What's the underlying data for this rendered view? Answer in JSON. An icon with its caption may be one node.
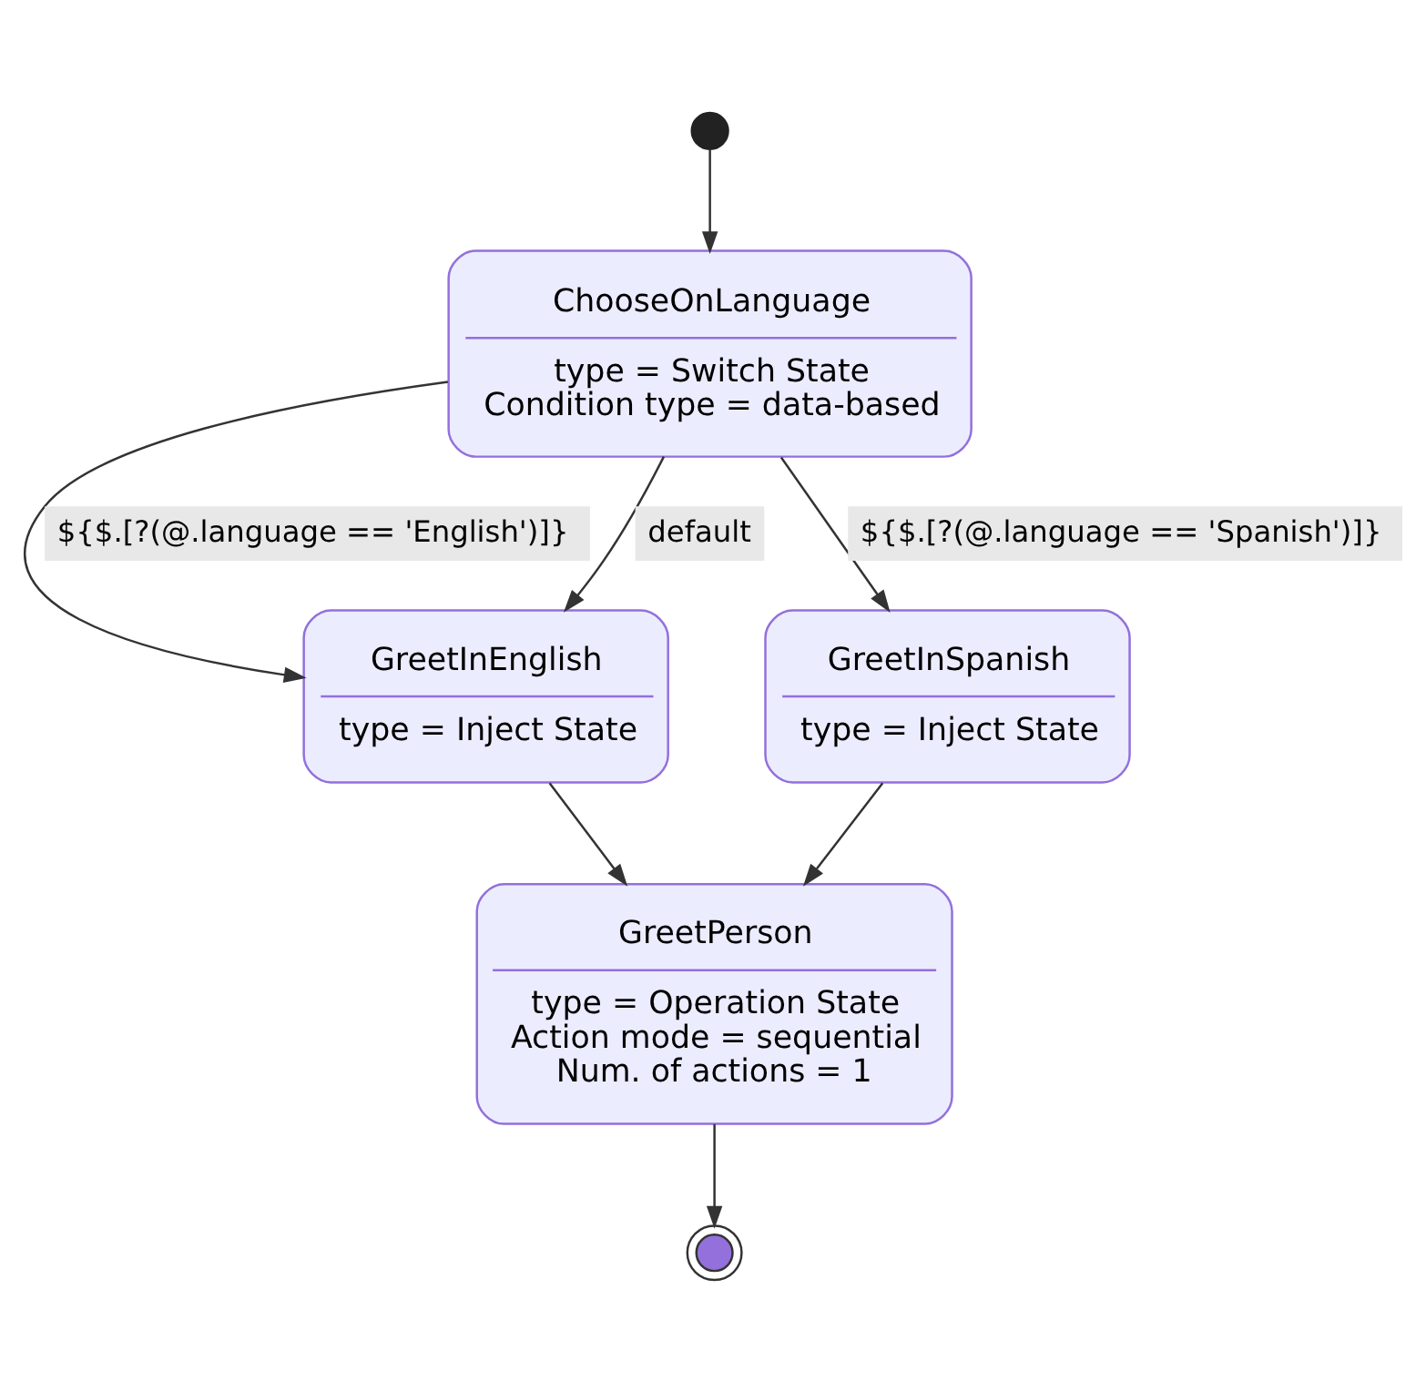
{
  "diagram": {
    "nodes": [
      {
        "text": [],
        "shape": "circle"
      },
      {
        "text": [
          "ChooseOnLanguage",
          "type = Switch State",
          "Condition type = data-based"
        ]
      },
      {
        "text": [
          "GreetInEnglish",
          "type = Inject State"
        ]
      },
      {
        "text": [
          "GreetInSpanish",
          "type = Inject State"
        ]
      },
      {
        "text": [
          "GreetPerson",
          "type = Operation State",
          "Action mode = sequential",
          "Num. of actions = 1"
        ]
      },
      {
        "text": [],
        "shape": "circle"
      }
    ],
    "edges": [
      {
        "from": 0,
        "to": 1,
        "arrow": "to"
      },
      {
        "from": 1,
        "to": 2,
        "arrow": "to",
        "label": "${$.[?(@.language == 'English')]}"
      },
      {
        "from": 1,
        "to": 2,
        "arrow": "to",
        "label": "default"
      },
      {
        "from": 1,
        "to": 3,
        "arrow": "to",
        "label": "${$.[?(@.language == 'Spanish')]}"
      },
      {
        "from": 2,
        "to": 4,
        "arrow": "to"
      },
      {
        "from": 3,
        "to": 4,
        "arrow": "to"
      },
      {
        "from": 4,
        "to": 5,
        "arrow": "to"
      }
    ]
  }
}
